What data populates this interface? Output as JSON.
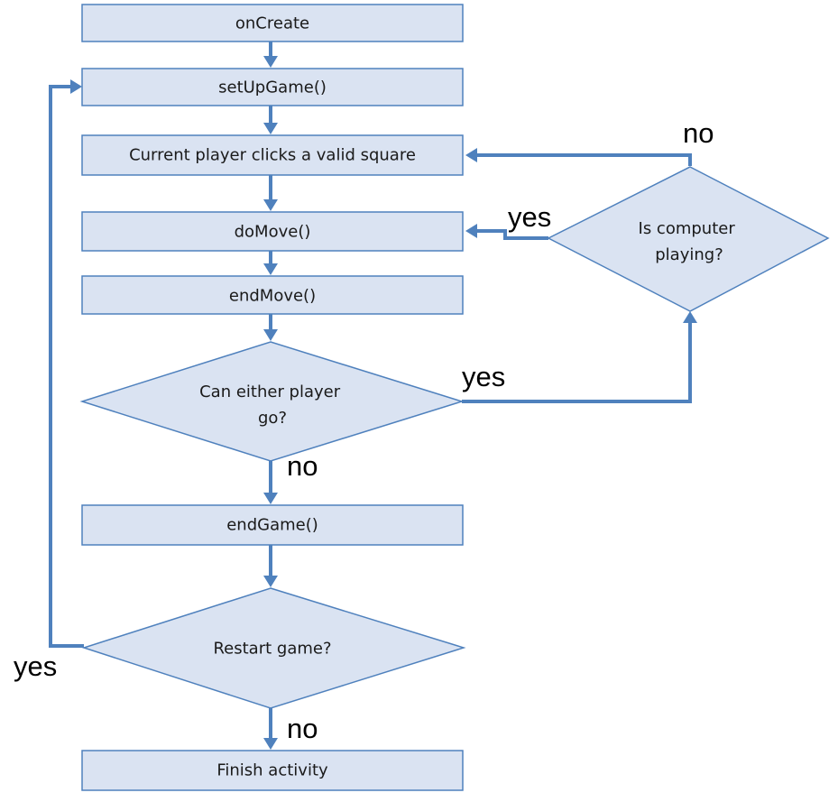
{
  "nodes": {
    "oncreate": "onCreate",
    "setup": "setUpGame()",
    "click": "Current player clicks a valid square",
    "domove": "doMove()",
    "endmove": "endMove()",
    "can_go": [
      "Can either player",
      "go?"
    ],
    "endgame": "endGame()",
    "restart": "Restart game?",
    "finish": "Finish activity",
    "computer": [
      "Is computer",
      "playing?"
    ]
  },
  "edge_labels": {
    "can_go_no": "no",
    "can_go_yes": "yes",
    "computer_yes": "yes",
    "computer_no": "no",
    "restart_yes": "yes",
    "restart_no": "no"
  },
  "colors": {
    "node_fill": "#dae3f2",
    "node_stroke": "#4f81bd",
    "arrow": "#4f81bd"
  }
}
